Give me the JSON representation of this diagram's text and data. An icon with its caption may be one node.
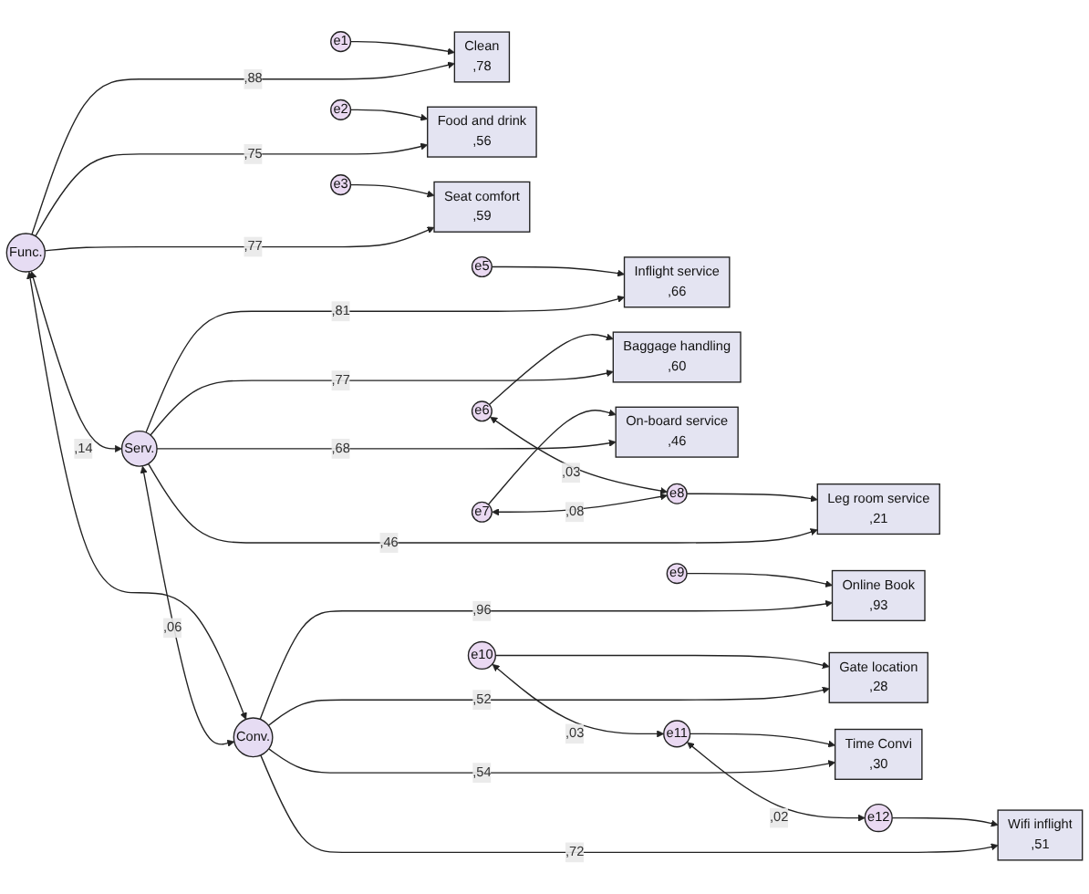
{
  "diagram": {
    "nodes": [
      {
        "text": [
          "e1"
        ]
      },
      {
        "text": [
          "Clean",
          ",78"
        ]
      },
      {
        "text": [
          "e2"
        ]
      },
      {
        "text": [
          "Food and drink",
          ",56"
        ]
      },
      {
        "text": [
          "e3"
        ]
      },
      {
        "text": [
          "Seat comfort",
          ",59"
        ]
      },
      {
        "text": [
          "Func."
        ]
      },
      {
        "text": [
          "e5"
        ]
      },
      {
        "text": [
          "Inflight service",
          ",66"
        ]
      },
      {
        "text": [
          "e6"
        ]
      },
      {
        "text": [
          "Baggage handling",
          ",60"
        ]
      },
      {
        "text": [
          "Serv."
        ]
      },
      {
        "text": [
          "e7"
        ]
      },
      {
        "text": [
          "On-board service",
          ",46"
        ]
      },
      {
        "text": [
          "e8"
        ]
      },
      {
        "text": [
          "Leg room service",
          ",21"
        ]
      },
      {
        "text": [
          "e9"
        ]
      },
      {
        "text": [
          "Online Book",
          ",93"
        ]
      },
      {
        "text": [
          "e10"
        ]
      },
      {
        "text": [
          "Gate location",
          ",28"
        ]
      },
      {
        "text": [
          "Conv."
        ]
      },
      {
        "text": [
          "e11"
        ]
      },
      {
        "text": [
          "Time Convi",
          ",30"
        ]
      },
      {
        "text": [
          "e12"
        ]
      },
      {
        "text": [
          "Wifi inflight",
          ",51"
        ]
      }
    ],
    "edges": [
      {
        "from": 0,
        "to": 1,
        "arrow": "to"
      },
      {
        "from": 2,
        "to": 3,
        "arrow": "to"
      },
      {
        "from": 4,
        "to": 5,
        "arrow": "to"
      },
      {
        "from": 7,
        "to": 8,
        "arrow": "to"
      },
      {
        "from": 9,
        "to": 10,
        "arrow": "to"
      },
      {
        "from": 12,
        "to": 13,
        "arrow": "to"
      },
      {
        "from": 14,
        "to": 15,
        "arrow": "to"
      },
      {
        "from": 16,
        "to": 17,
        "arrow": "to"
      },
      {
        "from": 18,
        "to": 19,
        "arrow": "to"
      },
      {
        "from": 21,
        "to": 22,
        "arrow": "to"
      },
      {
        "from": 23,
        "to": 24,
        "arrow": "to"
      },
      {
        "from": 6,
        "to": 1,
        "arrow": "to",
        "label": ",88"
      },
      {
        "from": 6,
        "to": 3,
        "arrow": "to",
        "label": ",75"
      },
      {
        "from": 6,
        "to": 5,
        "arrow": "to",
        "label": ",77"
      },
      {
        "from": 11,
        "to": 8,
        "arrow": "to",
        "label": ",81"
      },
      {
        "from": 11,
        "to": 10,
        "arrow": "to",
        "label": ",77"
      },
      {
        "from": 11,
        "to": 13,
        "arrow": "to",
        "label": ",68"
      },
      {
        "from": 11,
        "to": 15,
        "arrow": "to",
        "label": ",46"
      },
      {
        "from": 20,
        "to": 17,
        "arrow": "to",
        "label": ",96"
      },
      {
        "from": 20,
        "to": 19,
        "arrow": "to",
        "label": ",52"
      },
      {
        "from": 20,
        "to": 22,
        "arrow": "to",
        "label": ",54"
      },
      {
        "from": 20,
        "to": 24,
        "arrow": "to",
        "label": ",72"
      },
      {
        "from": 6,
        "to": 11,
        "arrow": "both",
        "label": ",14"
      },
      {
        "from": 6,
        "to": 20,
        "arrow": "both"
      },
      {
        "from": 11,
        "to": 20,
        "arrow": "both",
        "label": ",06"
      },
      {
        "from": 9,
        "to": 14,
        "arrow": "both",
        "label": ",03"
      },
      {
        "from": 12,
        "to": 14,
        "arrow": "both",
        "label": ",08"
      },
      {
        "from": 18,
        "to": 21,
        "arrow": "both",
        "label": ",03"
      },
      {
        "from": 21,
        "to": 23,
        "arrow": "both",
        "label": ",02"
      }
    ]
  }
}
